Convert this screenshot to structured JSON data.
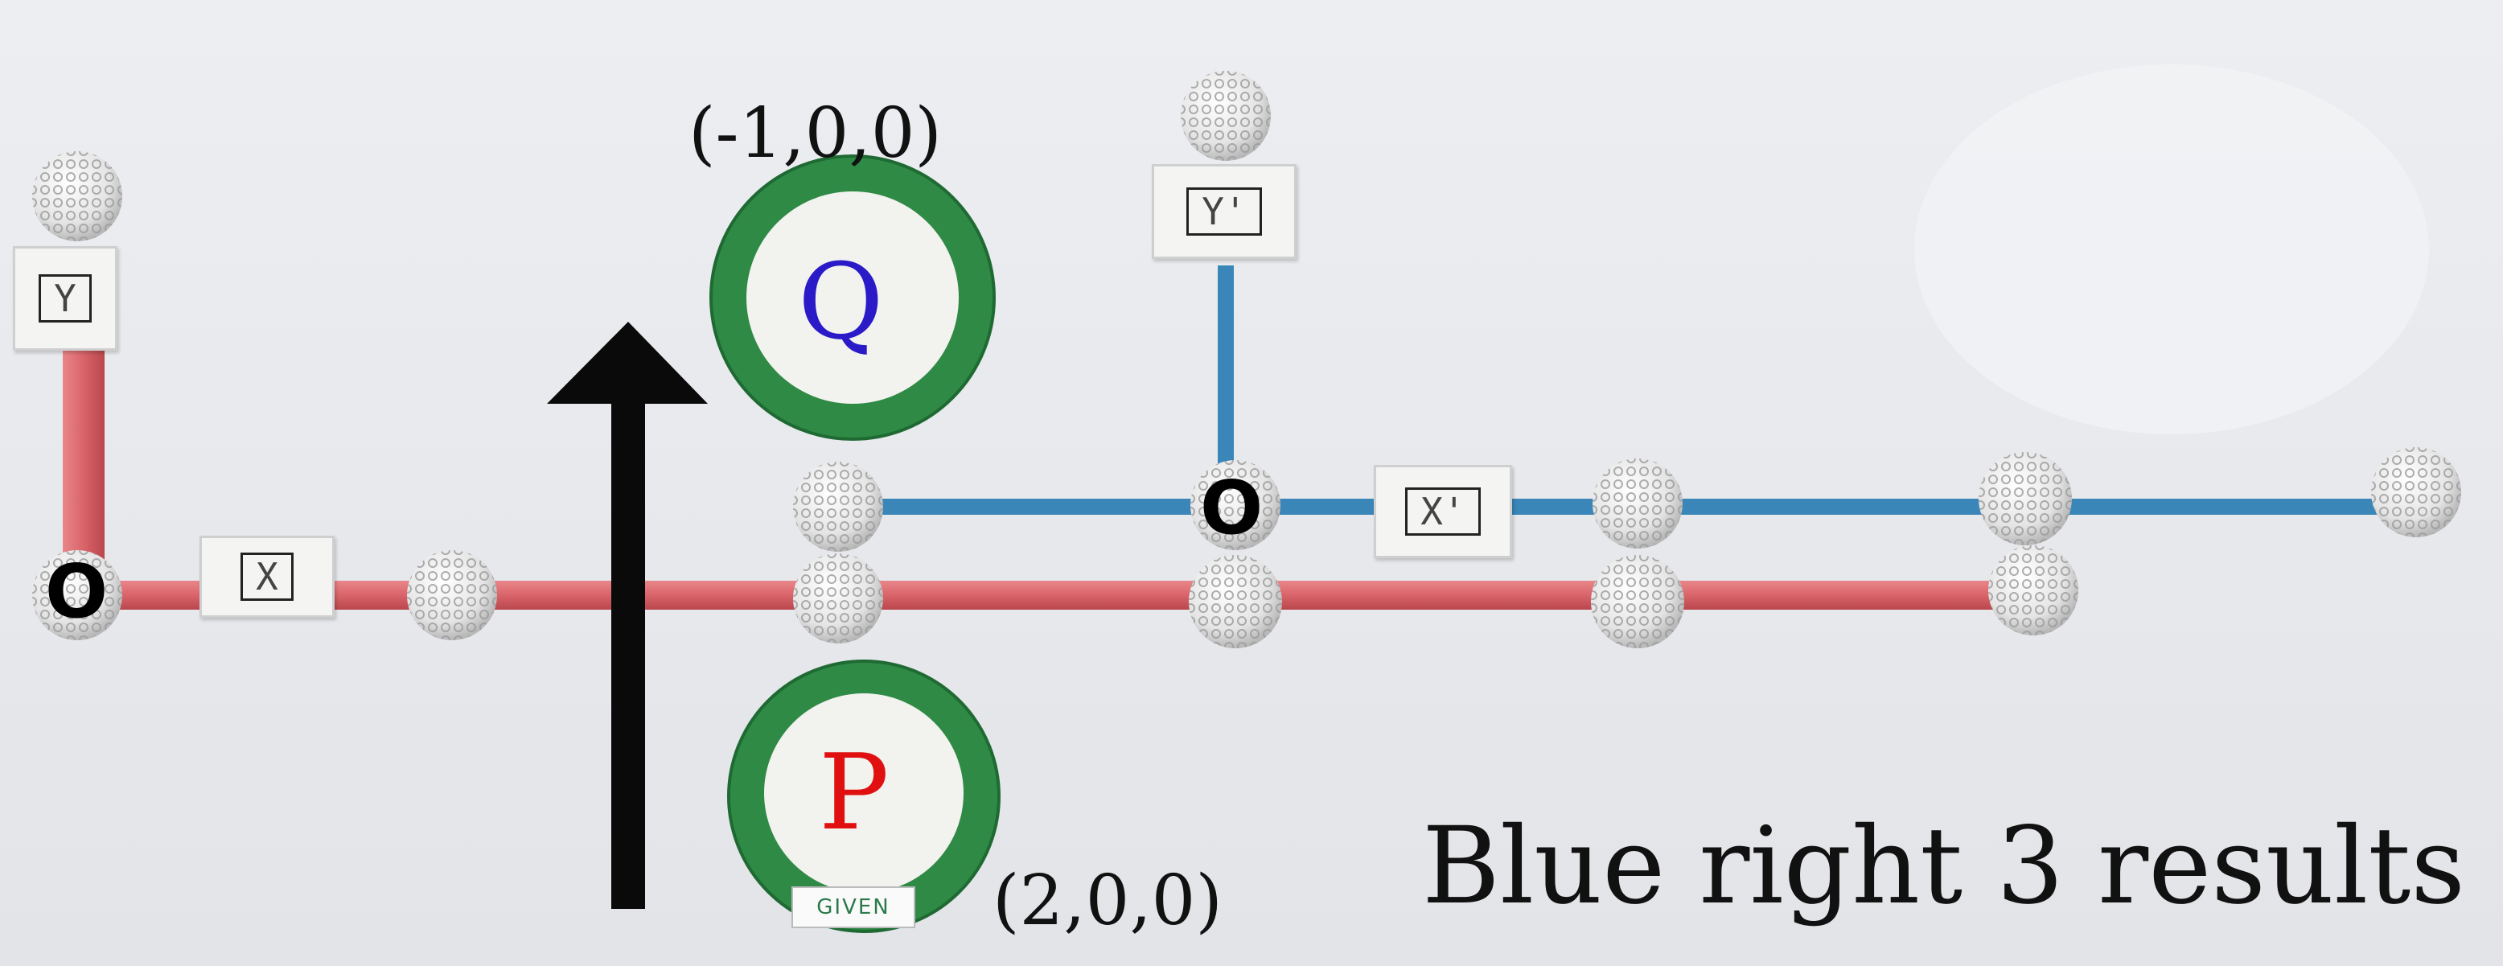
{
  "labels": {
    "y_axis": "Y",
    "x_axis": "X",
    "y_prime_axis": "Y'",
    "x_prime_axis": "X'",
    "origin_red": "O",
    "origin_blue": "O"
  },
  "discs": {
    "q_letter": "Q",
    "q_coord": "(-1,0,0)",
    "p_letter": "P",
    "p_coord": "(2,0,0)",
    "p_tag": "GIVEN"
  },
  "caption": "Blue right 3 results",
  "colors": {
    "red_rod": "#d9646a",
    "blue_rod": "#3a86b8",
    "disc_ring": "#2f8a45",
    "q_letter": "#2a1ac8",
    "p_letter": "#e01010",
    "arrow": "#0a0a0a"
  }
}
